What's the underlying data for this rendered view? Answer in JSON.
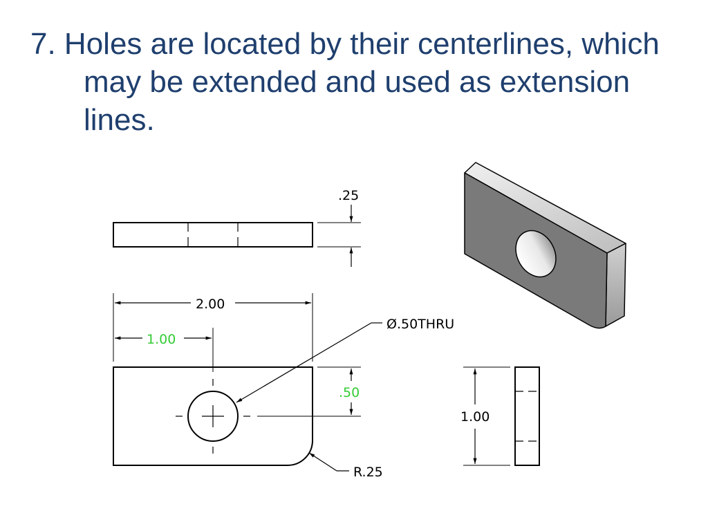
{
  "slide": {
    "title_lines": [
      "7. Holes are located by their centerlines, which",
      "may be extended and used as extension",
      "lines."
    ]
  },
  "drawing": {
    "dimensions": {
      "thickness": ".25",
      "overall_length": "2.00",
      "hole_location_x": "1.00",
      "hole_location_y": ".50",
      "hole_callout": "Ø.50THRU",
      "corner_radius": "R.25",
      "overall_height": "1.00"
    },
    "colors": {
      "title": "#1f3f6e",
      "line": "#000000",
      "highlight_dimension": "#33cc33",
      "solid_face": "#7a7a7a",
      "solid_top": "#d9d9d9",
      "solid_side": "#b0b0b0"
    }
  }
}
